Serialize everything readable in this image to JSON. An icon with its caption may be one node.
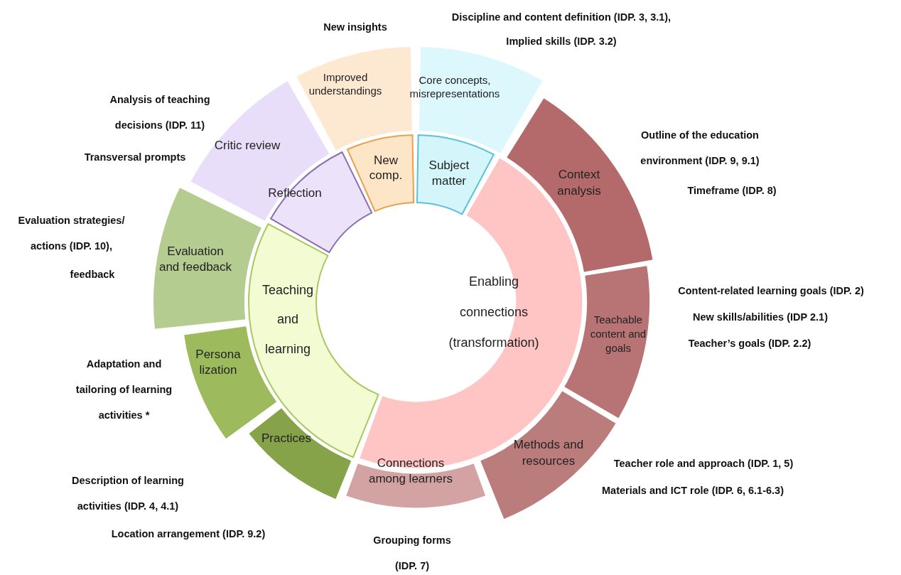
{
  "diagram": {
    "nodes": [
      {
        "text": [
          "Subject matter"
        ]
      },
      {
        "text": [
          "Enabling connections (transformation)"
        ]
      },
      {
        "text": [
          "Teaching and learning"
        ]
      },
      {
        "text": [
          "Reflection"
        ]
      },
      {
        "text": [
          "New comp."
        ]
      },
      {
        "text": [
          "Core concepts, misrepresentations"
        ],
        "beside": [
          "Discipline and content definition (IDP. 3, 3.1),",
          "Implied skills (IDP. 3.2)"
        ]
      },
      {
        "text": [
          "Context analysis"
        ],
        "beside": [
          "Outline of the education environment (IDP. 9, 9.1)",
          "Timeframe (IDP. 8)"
        ]
      },
      {
        "text": [
          "Teachable content and goals"
        ],
        "beside": [
          "Content-related learning goals (IDP. 2)",
          "New skills/abilities (IDP 2.1)",
          "Teacher’s goals (IDP. 2.2)"
        ]
      },
      {
        "text": [
          "Methods and resources"
        ],
        "beside": [
          "Teacher role and approach (IDP. 1, 5)",
          "Materials and ICT role (IDP. 6, 6.1-6.3)"
        ]
      },
      {
        "text": [
          "Connections among learners"
        ],
        "beside": [
          "Grouping forms (IDP. 7)"
        ]
      },
      {
        "text": [
          "Practices"
        ],
        "beside": [
          "Description of learning activities (IDP. 4, 4.1)",
          "Location arrangement (IDP. 9.2)"
        ]
      },
      {
        "text": [
          "Persona lization"
        ],
        "beside": [
          "Adaptation and tailoring of learning activities *"
        ]
      },
      {
        "text": [
          "Evaluation and feedback"
        ],
        "beside": [
          "Evaluation strategies/ actions (IDP. 10),",
          "feedback"
        ]
      },
      {
        "text": [
          "Critic review"
        ],
        "beside": [
          "Analysis of teaching decisions (IDP. 11)",
          "Transversal prompts"
        ]
      },
      {
        "text": [
          "Improved understandings"
        ],
        "beside": [
          "New insights"
        ]
      }
    ]
  }
}
